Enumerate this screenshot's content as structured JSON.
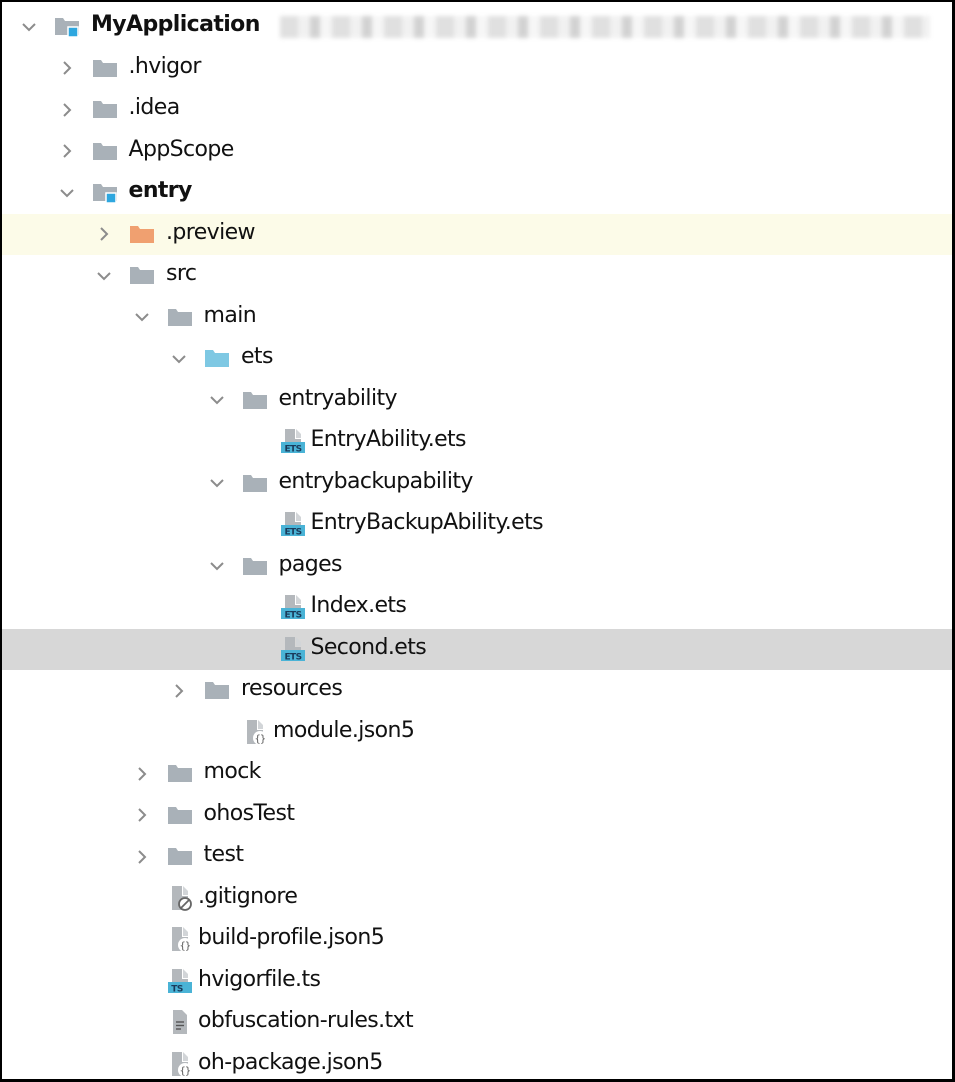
{
  "project": {
    "name": "MyApplication",
    "path_obscured": true
  },
  "colors": {
    "folder_gray": "#a9b1b8",
    "folder_blue": "#7ec8e3",
    "folder_orange": "#f0a070",
    "module_badge": "#2ea7df",
    "ets_badge": "#4ab3d6",
    "highlight_row": "#fcfbe8",
    "selected_row": "#d7d7d7"
  },
  "tree": [
    {
      "label": "MyApplication",
      "level": 0,
      "type": "module-root",
      "expanded": true,
      "bold": true
    },
    {
      "label": ".hvigor",
      "level": 1,
      "type": "folder",
      "expanded": false
    },
    {
      "label": ".idea",
      "level": 1,
      "type": "folder",
      "expanded": false
    },
    {
      "label": "AppScope",
      "level": 1,
      "type": "folder",
      "expanded": false
    },
    {
      "label": "entry",
      "level": 1,
      "type": "module",
      "expanded": true,
      "bold": true
    },
    {
      "label": ".preview",
      "level": 2,
      "type": "folder-excluded",
      "expanded": false,
      "highlight": true
    },
    {
      "label": "src",
      "level": 2,
      "type": "folder",
      "expanded": true
    },
    {
      "label": "main",
      "level": 3,
      "type": "folder",
      "expanded": true
    },
    {
      "label": "ets",
      "level": 4,
      "type": "folder-source",
      "expanded": true
    },
    {
      "label": "entryability",
      "level": 5,
      "type": "folder",
      "expanded": true
    },
    {
      "label": "EntryAbility.ets",
      "level": 6,
      "type": "file-ets"
    },
    {
      "label": "entrybackupability",
      "level": 5,
      "type": "folder",
      "expanded": true
    },
    {
      "label": "EntryBackupAbility.ets",
      "level": 6,
      "type": "file-ets"
    },
    {
      "label": "pages",
      "level": 5,
      "type": "folder",
      "expanded": true
    },
    {
      "label": "Index.ets",
      "level": 6,
      "type": "file-ets"
    },
    {
      "label": "Second.ets",
      "level": 6,
      "type": "file-ets",
      "selected": true
    },
    {
      "label": "resources",
      "level": 4,
      "type": "folder",
      "expanded": false
    },
    {
      "label": "module.json5",
      "level": 5,
      "type": "file-json"
    },
    {
      "label": "mock",
      "level": 3,
      "type": "folder",
      "expanded": false
    },
    {
      "label": "ohosTest",
      "level": 3,
      "type": "folder",
      "expanded": false
    },
    {
      "label": "test",
      "level": 3,
      "type": "folder",
      "expanded": false
    },
    {
      "label": ".gitignore",
      "level": 3,
      "type": "file-ignore"
    },
    {
      "label": "build-profile.json5",
      "level": 3,
      "type": "file-json"
    },
    {
      "label": "hvigorfile.ts",
      "level": 3,
      "type": "file-ts"
    },
    {
      "label": "obfuscation-rules.txt",
      "level": 3,
      "type": "file-text"
    },
    {
      "label": "oh-package.json5",
      "level": 3,
      "type": "file-json"
    }
  ],
  "icon_badges": {
    "ets": "ETS",
    "ts": "TS",
    "json": "{}"
  }
}
